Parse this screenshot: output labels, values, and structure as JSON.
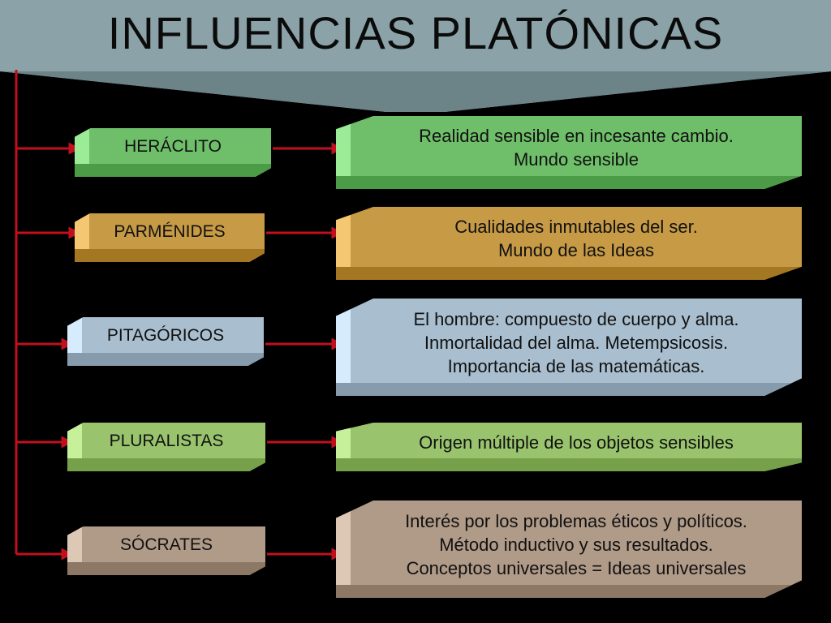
{
  "title": "INFLUENCIAS PLATÓNICAS",
  "colors": {
    "banner": "#8ba3a8",
    "banner_dark": "#6c8488",
    "connector": "#c0101e",
    "green": "#6fbf6a",
    "gold": "#c79a45",
    "blue": "#a9bfcf",
    "lightgreen": "#99c46d",
    "brown": "#b09a88"
  },
  "rows": [
    {
      "name": "HERÁCLITO",
      "description": "Realidad sensible en incesante cambio.\nMundo sensible",
      "color": "#6fbf6a"
    },
    {
      "name": "PARMÉNIDES",
      "description": "Cualidades inmutables del ser.\nMundo de las Ideas",
      "color": "#c79a45"
    },
    {
      "name": "PITAGÓRICOS",
      "description": "El hombre: compuesto de cuerpo y alma.\nInmortalidad del alma. Metempsicosis.\nImportancia de las matemáticas.",
      "color": "#a9bfcf"
    },
    {
      "name": "PLURALISTAS",
      "description": "Origen múltiple de los objetos sensibles",
      "color": "#99c46d"
    },
    {
      "name": "SÓCRATES",
      "description": "Interés por los problemas éticos y políticos.\nMétodo inductivo y sus resultados.\nConceptos universales = Ideas universales",
      "color": "#b09a88"
    }
  ]
}
